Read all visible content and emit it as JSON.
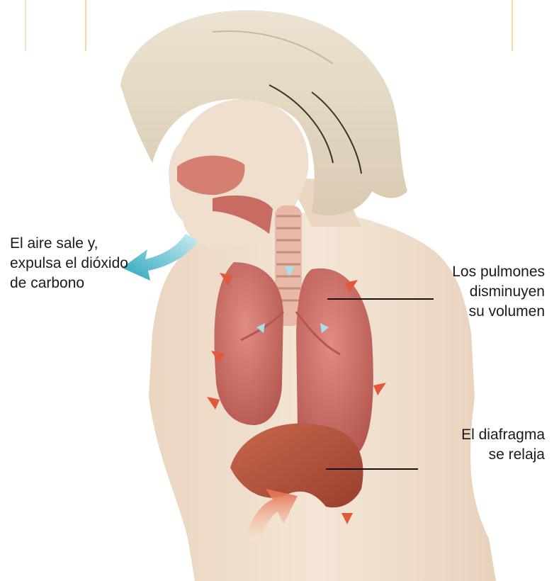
{
  "labels": {
    "exhale": [
      "El aire sale y,",
      "expulsa el dióxido",
      "de carbono"
    ],
    "lungs": [
      "Los pulmones",
      "disminuyen",
      "su volumen"
    ],
    "diaphragm": [
      "El diafragma",
      "se relaja"
    ]
  },
  "colors": {
    "skin": "#efdcc8",
    "hair": "#e6dac6",
    "lung": "#c96a64",
    "diaphragm": "#b7523d",
    "air_arrow": "#33aec3",
    "pressure_arrow": "#e0583a",
    "deco_line": "#f3d9a9"
  },
  "icons": {
    "exhale_arrow": "curved-arrow-out-icon",
    "pressure_arrows": "chevron-arrow-icon",
    "diaphragm_arrow": "up-arrow-icon"
  }
}
